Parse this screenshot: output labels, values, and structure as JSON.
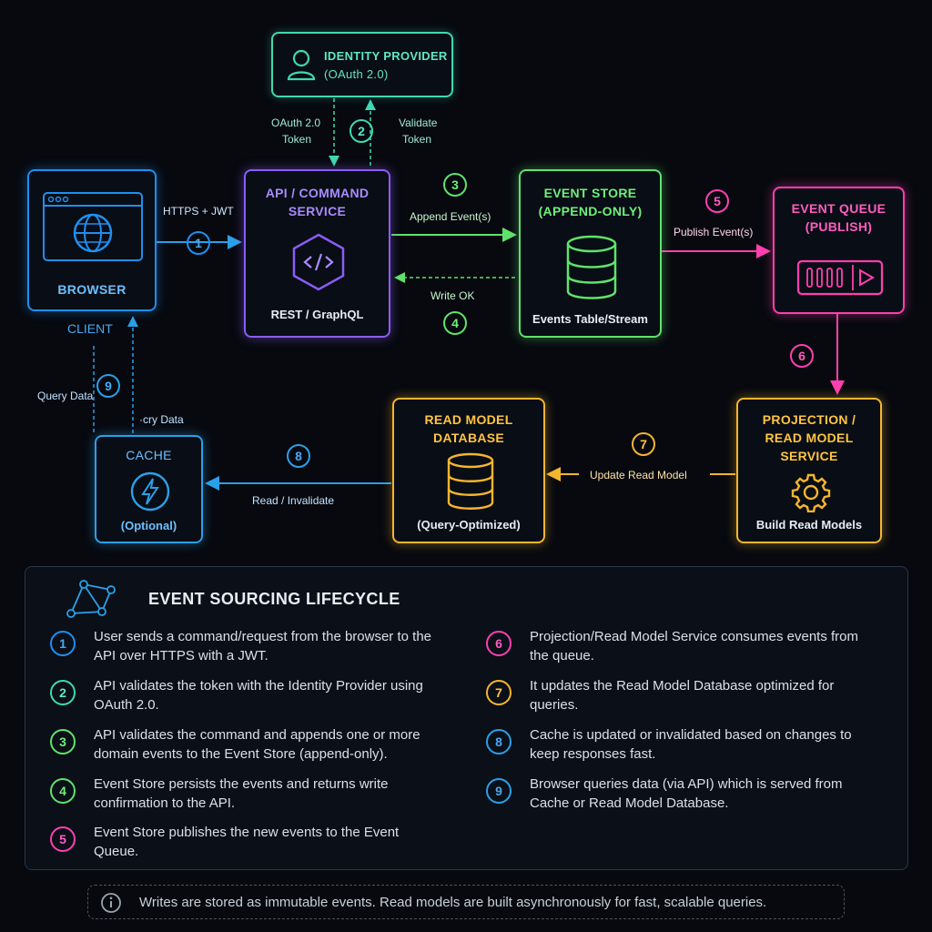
{
  "colors": {
    "browser": "#1f8ff0",
    "identity": "#3ed9b0",
    "api": "#8a5cf6",
    "event_store": "#5ee36a",
    "queue": "#ff3fb0",
    "projection": "#f5b52e",
    "read_model": "#f5b52e",
    "cache": "#2aa0e8"
  },
  "nodes": {
    "browser": {
      "title": "BROWSER",
      "caption": "CLIENT",
      "icon": "browser-window-globe-icon"
    },
    "identity": {
      "title": "IDENTITY PROVIDER",
      "subtitle": "(OAuth 2.0)",
      "icon": "user-icon"
    },
    "api": {
      "title1": "API / COMMAND",
      "title2": "SERVICE",
      "subtitle": "REST / GraphQL",
      "icon": "code-icon"
    },
    "event_store": {
      "title1": "EVENT STORE",
      "title2": "(APPEND-ONLY)",
      "subtitle": "Events Table/Stream",
      "icon": "database-icon"
    },
    "queue": {
      "title1": "EVENT QUEUE",
      "title2": "(PUBLISH)",
      "icon": "queue-icon"
    },
    "projection": {
      "title1": "PROJECTION /",
      "title2": "READ MODEL",
      "title3": "SERVICE",
      "subtitle": "Build Read Models",
      "icon": "gear-icon"
    },
    "read_model": {
      "title1": "READ MODEL",
      "title2": "DATABASE",
      "subtitle": "(Query-Optimized)",
      "icon": "database-icon"
    },
    "cache": {
      "title": "CACHE",
      "subtitle": "(Optional)",
      "icon": "lightning-icon"
    }
  },
  "edges": {
    "https_jwt": "HTTPS + JWT",
    "oauth_token_1": "OAuth 2.0",
    "oauth_token_2": "Token",
    "validate_1": "Validate",
    "validate_2": "Token",
    "append": "Append Event(s)",
    "write_ok": "Write OK",
    "publish": "Publish Event(s)",
    "update_read": "Update Read Model",
    "read_invalidate": "Read / Invalidate",
    "query_data_1": "Query Data",
    "query_data_2": "·cry Data"
  },
  "steps": [
    "1",
    "2",
    "3",
    "4",
    "5",
    "6",
    "7",
    "8",
    "9"
  ],
  "legend": {
    "title": "EVENT SOURCING LIFECYCLE",
    "icon": "network-graph-icon",
    "items": [
      {
        "n": "1",
        "text": "User sends a command/request from the browser to the API over HTTPS with a JWT."
      },
      {
        "n": "2",
        "text": "API validates the token with the Identity Provider using OAuth 2.0."
      },
      {
        "n": "3",
        "text": "API validates the command and appends one or more domain events to the Event Store (append-only)."
      },
      {
        "n": "4",
        "text": "Event Store persists the events and returns write confirmation to the API."
      },
      {
        "n": "5",
        "text": "Event Store publishes the new events to the Event Queue."
      },
      {
        "n": "6",
        "text": "Projection/Read Model Service consumes events from the queue."
      },
      {
        "n": "7",
        "text": "It updates the Read Model Database optimized for queries."
      },
      {
        "n": "8",
        "text": "Cache is updated or invalidated based on changes to keep responses fast."
      },
      {
        "n": "9",
        "text": "Browser queries data (via API) which is served from Cache or Read Model Database."
      }
    ]
  },
  "footnote": {
    "icon": "info-icon",
    "text": "Writes are stored as immutable events. Read models are built asynchronously for fast, scalable queries."
  }
}
